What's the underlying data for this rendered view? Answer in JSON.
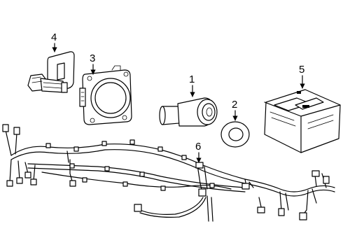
{
  "diagram": {
    "components": [
      {
        "id": "park-sensor",
        "callout": "1"
      },
      {
        "id": "sensor-gasket",
        "callout": "2"
      },
      {
        "id": "radar-sensor",
        "callout": "3"
      },
      {
        "id": "bracket-connector",
        "callout": "4"
      },
      {
        "id": "control-module",
        "callout": "5"
      },
      {
        "id": "wire-harness",
        "callout": "6"
      }
    ],
    "colors": {
      "line": "#000000",
      "background": "#ffffff"
    }
  }
}
